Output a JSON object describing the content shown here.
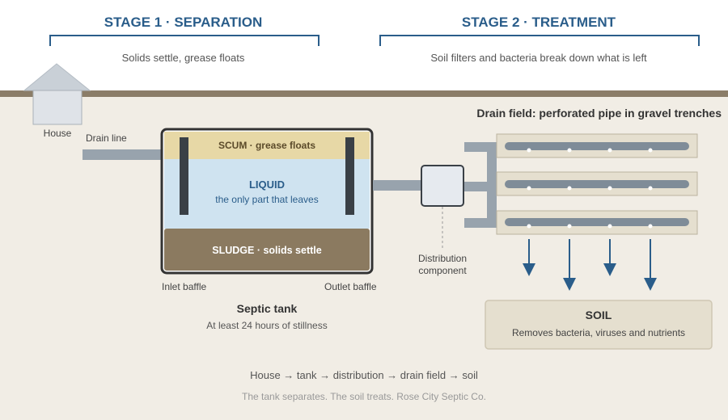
{
  "stage1": {
    "title": "STAGE 1 · SEPARATION",
    "subtitle": "Solids settle, grease floats"
  },
  "stage2": {
    "title": "STAGE 2 · TREATMENT",
    "subtitle": "Soil filters and bacteria break down what is left"
  },
  "house": {
    "label": "House"
  },
  "drain_line": {
    "label": "Drain line"
  },
  "tank": {
    "scum_label": "SCUM · grease floats",
    "liquid_label": "LIQUID",
    "liquid_sub": "the only part that leaves",
    "sludge_label": "SLUDGE · solids settle",
    "inlet_label": "Inlet baffle",
    "outlet_label": "Outlet baffle",
    "title": "Septic tank",
    "subtitle": "At least 24 hours of stillness"
  },
  "distribution": {
    "label_line1": "Distribution",
    "label_line2": "component"
  },
  "drain_field": {
    "title": "Drain field: perforated pipe in gravel trenches"
  },
  "soil": {
    "title": "SOIL",
    "subtitle": "Removes bacteria, viruses and nutrients"
  },
  "footer": {
    "flow": "House → tank → distribution → drain field → soil",
    "tagline": "The tank separates. The soil treats. Rose City Septic Co."
  },
  "colors": {
    "ground": "#f1ede5",
    "ground_line": "#8b7d68",
    "scum": "#e7d8a6",
    "liquid": "#cfe3f0",
    "sludge": "#8b7a60",
    "pipe": "#98a3ad",
    "accent": "#2a5d8a"
  }
}
